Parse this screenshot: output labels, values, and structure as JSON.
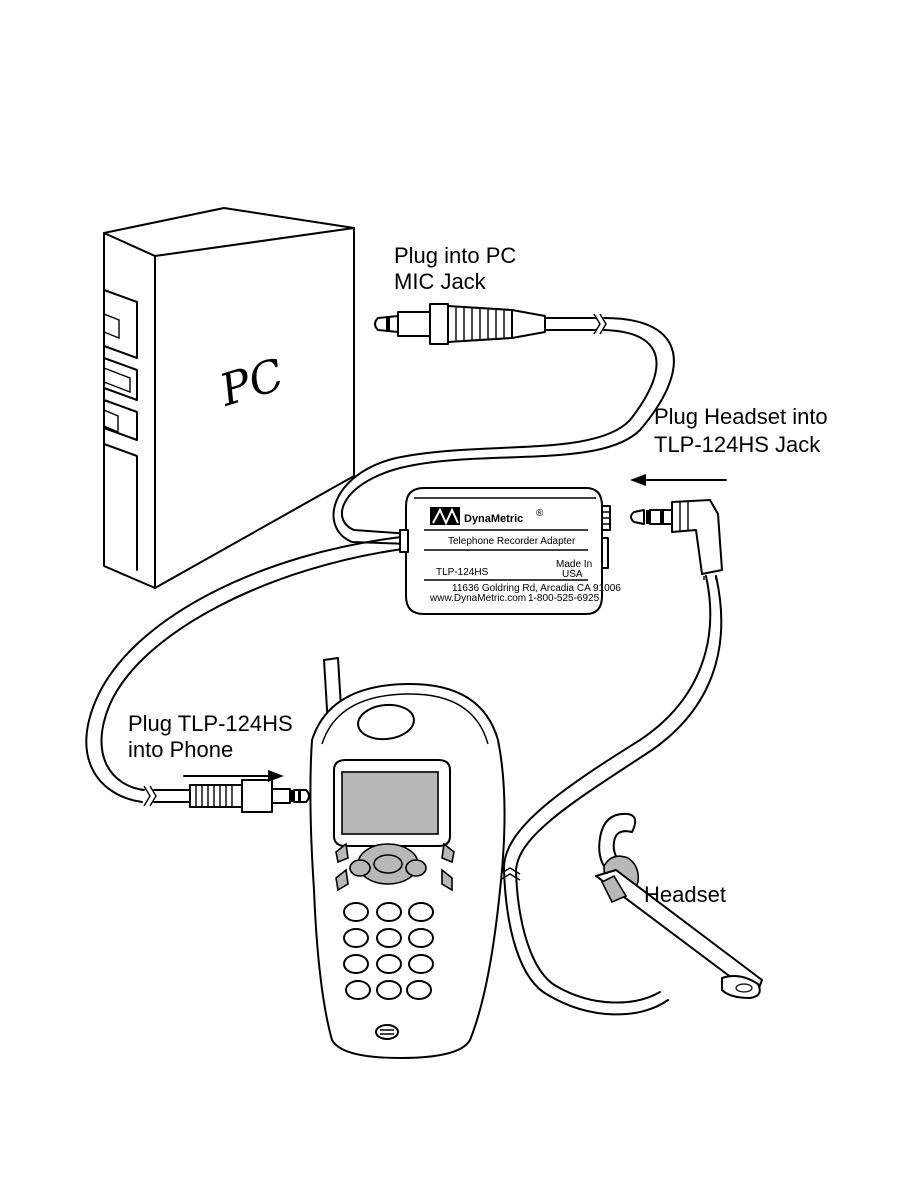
{
  "pc_label": "PC",
  "labels": {
    "mic_line1": "Plug into PC",
    "mic_line2": "MIC Jack",
    "headset_line1": "Plug Headset into",
    "headset_line2": "TLP-124HS Jack",
    "phone_line1": "Plug TLP-124HS",
    "phone_line2": "into Phone",
    "headset": "Headset"
  },
  "adapter": {
    "brand": "DynaMetric",
    "brand_mark": "®",
    "title": "Telephone Recorder Adapter",
    "model": "TLP-124HS",
    "made_in_1": "Made In",
    "made_in_2": "USA",
    "address": "11636 Goldring Rd, Arcadia CA  91006",
    "website": "www.DynaMetric.com",
    "phone": "1-800-525-6925"
  }
}
